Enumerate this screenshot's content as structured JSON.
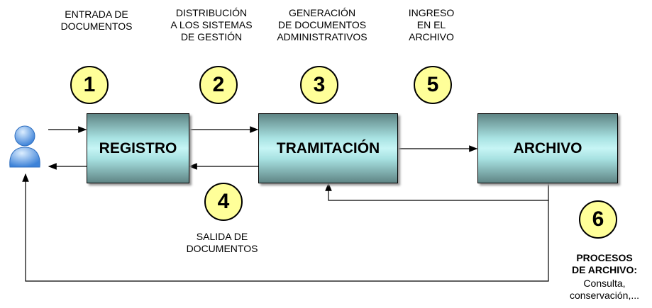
{
  "steps": {
    "s1": {
      "number": "1",
      "label": "ENTRADA DE\nDOCUMENTOS"
    },
    "s2": {
      "number": "2",
      "label": "DISTRIBUCIÓN\nA LOS SISTEMAS\nDE GESTIÓN"
    },
    "s3": {
      "number": "3",
      "label": "GENERACIÓN\nDE DOCUMENTOS\nADMINISTRATIVOS"
    },
    "s4": {
      "number": "4",
      "label": "SALIDA DE\nDOCUMENTOS"
    },
    "s5": {
      "number": "5",
      "label": "INGRESO\nEN EL\nARCHIVO"
    },
    "s6": {
      "number": "6",
      "label": "PROCESOS\nDE ARCHIVO:",
      "detail": "Consulta,\nconservación,..."
    }
  },
  "boxes": {
    "registro": "REGISTRO",
    "tramitacion": "TRAMITACIÓN",
    "archivo": "ARCHIVO"
  },
  "colors": {
    "circle": "#ffff99",
    "box": "#a8e2e2"
  }
}
